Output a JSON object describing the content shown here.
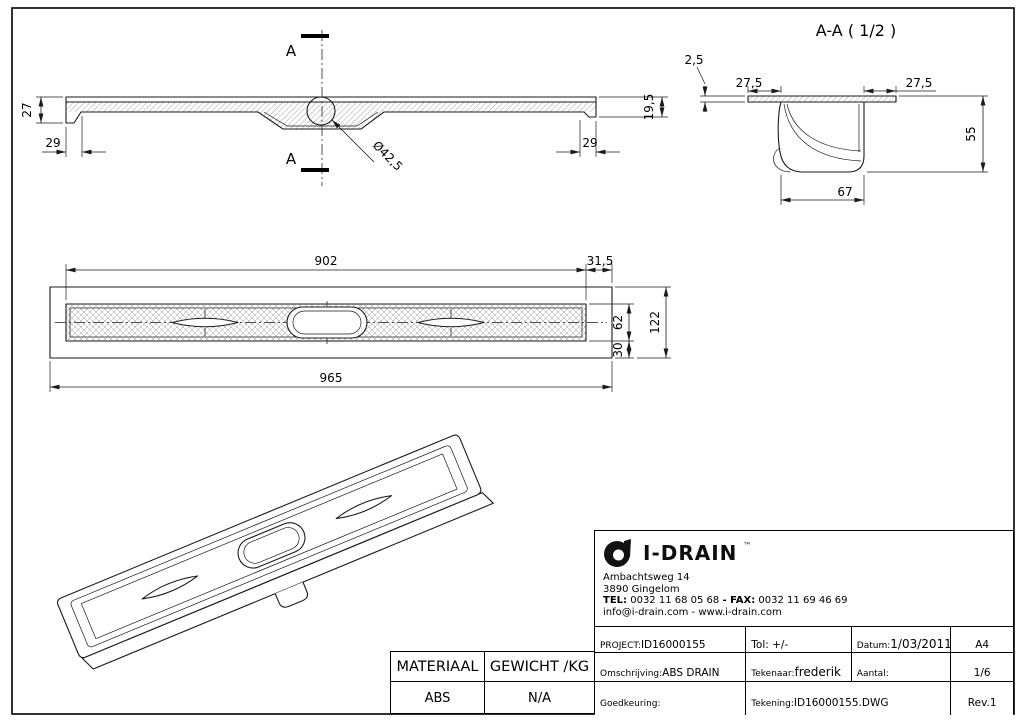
{
  "colors": {
    "line": "#1a1a1a",
    "background": "#ffffff"
  },
  "drawing": {
    "section_title": "A-A ( 1/2 )",
    "side_view": {
      "cut_label_top": "A",
      "cut_label_bottom": "A",
      "dim_height_left": "27",
      "dim_offset_left": "29",
      "dim_height_right": "19,5",
      "dim_offset_right": "29",
      "dim_outlet_diameter": "Ø42,5"
    },
    "section_view": {
      "dim_flange_thickness": "2,5",
      "dim_flange_overhang_left": "27,5",
      "dim_flange_overhang_right": "27,5",
      "dim_total_height": "55",
      "dim_body_width": "67"
    },
    "top_view": {
      "dim_grate_length": "902",
      "dim_end_offset": "31,5",
      "dim_grate_width": "62",
      "dim_total_width": "122",
      "dim_edge_width": "30",
      "dim_total_length": "965"
    }
  },
  "title_block": {
    "brand": "I-DRAIN",
    "brand_tm": "™",
    "address_line1": "Ambachtsweg 14",
    "address_line2": "3890 Gingelom",
    "tel_label": "TEL:",
    "tel_value": "0032 11 68 05 68",
    "fax_label": "- FAX:",
    "fax_value": "0032 11 69 46 69",
    "email_web": "info@i-drain.com - www.i-drain.com",
    "project_label": "PROJECT:",
    "project_value": "ID16000155",
    "tolerance": "Tol: +/-",
    "datum_label": "Datum:",
    "datum_value": "1/03/2011",
    "paper_size": "A4",
    "omschrijving_label": "Omschrijving:",
    "omschrijving_value": "ABS DRAIN",
    "tekenaar_label": "Tekenaar:",
    "tekenaar_value": "frederik",
    "aantal_label": "Aantal:",
    "sheet": "1/6",
    "goedkeuring_label": "Goedkeuring:",
    "tekening_label": "Tekening:",
    "tekening_value": "ID16000155.DWG",
    "revision": "Rev.1"
  },
  "material_block": {
    "materiaal_header": "MATERIAAL",
    "gewicht_header": "GEWICHT /KG",
    "materiaal_value": "ABS",
    "gewicht_value": "N/A"
  }
}
